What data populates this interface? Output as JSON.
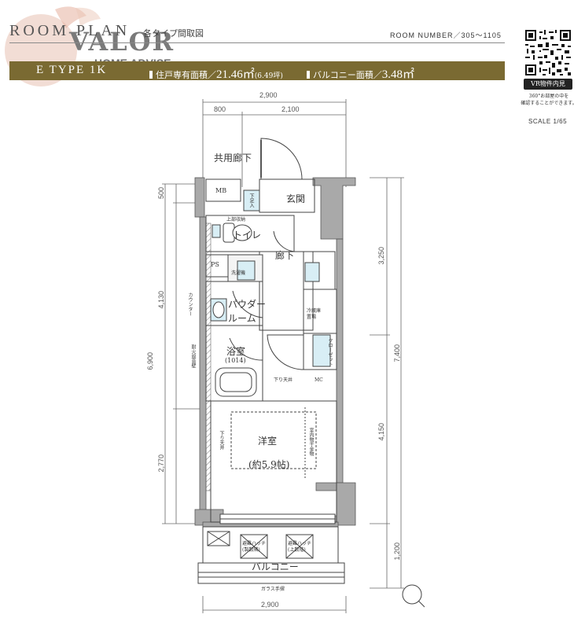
{
  "header": {
    "room_plan": "ROOM PLAN",
    "plan_sub": "各タイプ間取図",
    "room_number": "ROOM NUMBER／305〜1105",
    "logo_text": "VALOR",
    "logo_sub": "HOME ADVISE",
    "type_label": "E TYPE 1K",
    "area_label": "住戸専有面積／",
    "area_value": "21.46㎡",
    "area_tsubo": "(6.49坪)",
    "balcony_label": "バルコニー面積／",
    "balcony_value": "3.48㎡"
  },
  "side": {
    "vr_button": "VR物件内見",
    "vr_note_1": "360°お部屋の中を",
    "vr_note_2": "確認することができます。",
    "scale": "SCALE 1/65"
  },
  "dims": {
    "top_total": "2,900",
    "top_left": "800",
    "top_right": "2,100",
    "bottom_total": "2,900",
    "left_500": "500",
    "left_4130": "4,130",
    "left_6900": "6,900",
    "left_2770": "2,770",
    "right_3250": "3,250",
    "right_7400": "7,400",
    "right_4150": "4,150",
    "right_1200": "1,200"
  },
  "rooms": {
    "corridor_common": "共用廊下",
    "mb": "MB",
    "entrance": "玄関",
    "shoe": "下足入",
    "toilet": "トイレ",
    "hallway": "廊下",
    "ps": "PS",
    "powder": "パウダー",
    "powder2": "ルーム",
    "bath": "浴室",
    "bath_size": "(1014)",
    "western": "洋室",
    "western_size": "(約5.9帖)",
    "balcony": "バルコニー",
    "glass_rail": "ガラス手摺",
    "fridge": "冷蔵庫",
    "fridge2": "置場",
    "closet": "クローゼット",
    "laundry": "洗濯機",
    "counter": "カウンター",
    "fireproof": "耐火遮音壁",
    "lower_ceiling": "下り天井",
    "lower_ceiling2": "下り天井",
    "ventilation": "室内物干金物",
    "hatch1": "避難ハッチ",
    "hatch1b": "(製数隣)",
    "hatch2": "避難ハッチ",
    "hatch2b": "(上数階)",
    "storage": "上部収納",
    "mc": "MC"
  }
}
